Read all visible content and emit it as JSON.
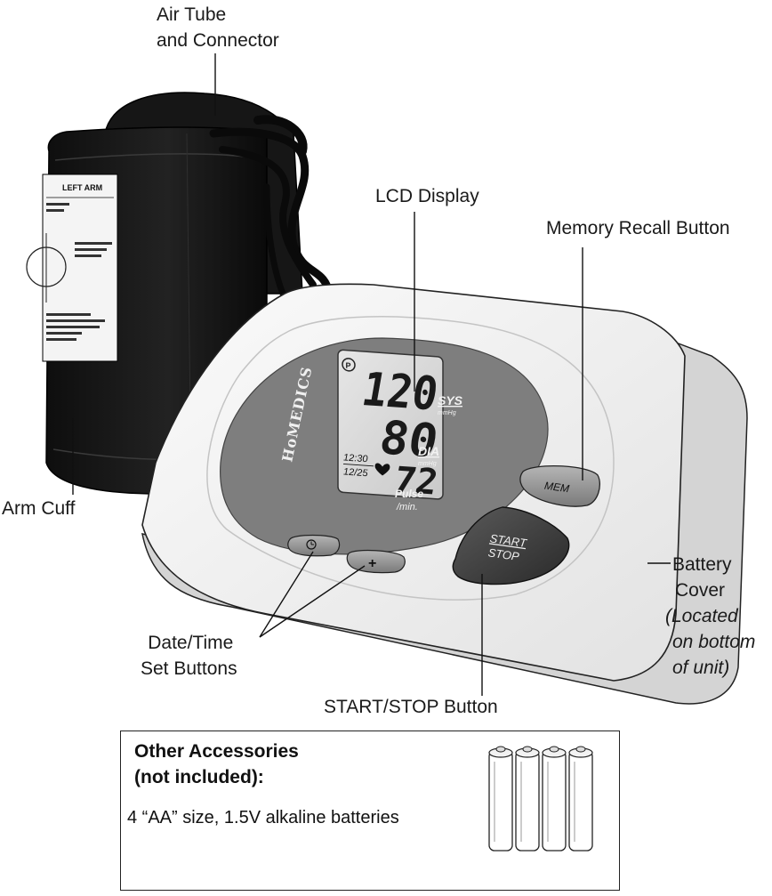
{
  "labels": {
    "air_tube": [
      "Air Tube",
      "and Connector"
    ],
    "lcd_display": "LCD Display",
    "memory_recall": "Memory Recall Button",
    "arm_cuff": "Arm Cuff",
    "battery_cover": [
      "Battery",
      "Cover"
    ],
    "battery_location": [
      "(Located",
      "on bottom",
      "of unit)"
    ],
    "date_time": [
      "Date/Time",
      "Set Buttons"
    ],
    "start_stop": "START/STOP Button"
  },
  "cuff": {
    "panel_title": "LEFT ARM"
  },
  "device": {
    "brand": "HoMEDICS",
    "lcd": {
      "systolic": "120",
      "diastolic": "80",
      "pulse": "72",
      "sys_label": "SYS",
      "dia_label": "DIA",
      "pulse_label": "Pulse",
      "unit_mmhg": "mmHg",
      "unit_min": "/min.",
      "time": "12:30",
      "date": "12/25"
    },
    "mem_button": "MEM",
    "start_button": "START",
    "stop_button": "STOP",
    "set_buttons": [
      "clock-icon",
      "+"
    ]
  },
  "accessories": {
    "title": [
      "Other Accessories",
      "(not included):"
    ],
    "description": "4 “AA” size, 1.5V alkaline batteries",
    "battery_count": 4
  }
}
